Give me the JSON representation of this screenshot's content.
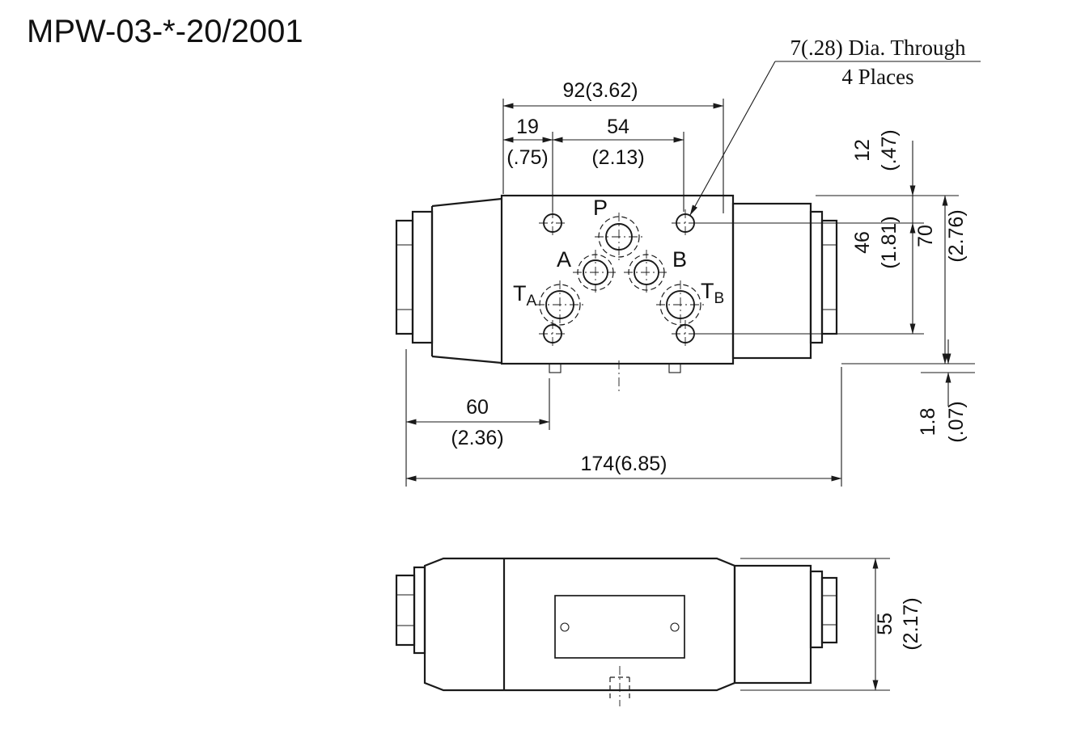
{
  "title": "MPW-03-*-20/2001",
  "colors": {
    "ink": "#1a1a1a",
    "background": "#ffffff"
  },
  "callout": {
    "line1": "7(.28) Dia. Through",
    "line2": "4 Places"
  },
  "top_view": {
    "ports": {
      "p": "P",
      "a": "A",
      "b": "B",
      "t": "T",
      "sub_a": "A",
      "sub_b": "B"
    }
  },
  "dims": {
    "w92": "92(3.62)",
    "w19": "19",
    "w19_in": "(.75)",
    "w54": "54",
    "w54_in": "(2.13)",
    "h12": "12",
    "h12_in": "(.47)",
    "h46": "46",
    "h46_in": "(1.81)",
    "h70": "70",
    "h70_in": "(2.76)",
    "w60": "60",
    "w60_in": "(2.36)",
    "w174": "174(6.85)",
    "h1_8": "1.8",
    "h1_8_in": "(.07)",
    "h55": "55",
    "h55_in": "(2.17)"
  }
}
